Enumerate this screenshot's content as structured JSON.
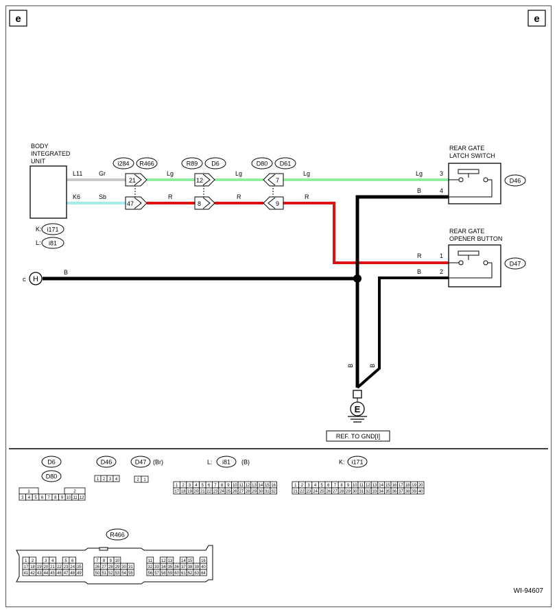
{
  "corner_marks": {
    "left": "e",
    "right": "e"
  },
  "components": {
    "body_unit": {
      "line1": "BODY",
      "line2": "INTEGRATED",
      "line3": "UNIT",
      "k_prefix": "K:",
      "k_conn": "i171",
      "l_prefix": "L:",
      "l_conn": "i81"
    },
    "latch_switch": {
      "line1": "REAR GATE",
      "line2": "LATCH SWITCH",
      "conn": "D46"
    },
    "opener_button": {
      "line1": "REAR GATE",
      "line2": "OPENER BUTTON",
      "conn": "D47"
    }
  },
  "connector_tags": {
    "i284": "i284",
    "r466": "R466",
    "r89": "R89",
    "d6": "D6",
    "d80": "D80",
    "d61": "D61"
  },
  "wires": {
    "top_body_label": "L11",
    "top_color1": "Gr",
    "top_color2": "Lg",
    "top_color3": "Lg",
    "top_color4": "Lg",
    "bottom_body_label": "K6",
    "bottom_color1": "Sb",
    "bottom_color2": "R",
    "bottom_color3": "R",
    "bottom_color4": "R",
    "ground_color": "B",
    "latch_b_color": "B",
    "opener_r_color": "R",
    "opener_b_color": "B",
    "vert_b1": "B",
    "vert_b2": "B"
  },
  "pins": {
    "p21": "21",
    "p47": "47",
    "p12": "12",
    "p8": "8",
    "p7": "7",
    "p9": "9",
    "latch3": "3",
    "latch4": "4",
    "open1": "1",
    "open2": "2"
  },
  "ground": {
    "left_letter": "c",
    "left_symbol": "H",
    "earth_symbol": "E",
    "ref": "REF. TO GND[I]"
  },
  "legend": {
    "d6": "D6",
    "d80": "D80",
    "d46": "D46",
    "d47": "D47",
    "d47_color": "(Br)",
    "l_prefix": "L:",
    "i81": "i81",
    "i81_color": "(B)",
    "k_prefix": "K:",
    "i171": "i171",
    "r466": "R466",
    "d6_top": [
      "1",
      "2"
    ],
    "d6_bottom": [
      "3",
      "4",
      "5",
      "6",
      "7",
      "8",
      "9",
      "10",
      "11",
      "12"
    ],
    "d46_pins": [
      "1",
      "2",
      "3",
      "4"
    ],
    "d47_pins": [
      "2",
      "1"
    ],
    "i81_top": [
      "1",
      "2",
      "3",
      "4",
      "5",
      "6",
      "7",
      "8",
      "9",
      "10",
      "11",
      "12",
      "13",
      "14",
      "15",
      "16"
    ],
    "i81_bottom": [
      "17",
      "18",
      "19",
      "20",
      "21",
      "22",
      "23",
      "24",
      "25",
      "26",
      "27",
      "28",
      "29",
      "30",
      "31",
      "32"
    ],
    "i171_top": [
      "1",
      "2",
      "3",
      "4",
      "5",
      "6",
      "7",
      "8",
      "9",
      "10",
      "11",
      "12",
      "13",
      "14",
      "15",
      "16",
      "17",
      "18",
      "19",
      "20"
    ],
    "i171_bottom": [
      "21",
      "22",
      "23",
      "24",
      "25",
      "26",
      "27",
      "28",
      "29",
      "30",
      "31",
      "32",
      "33",
      "34",
      "35",
      "36",
      "37",
      "38",
      "39",
      "40"
    ],
    "r466_blocks": [
      {
        "r1": [
          "1",
          "2",
          "3",
          "4",
          "5",
          "6"
        ],
        "r2": [
          "17",
          "18",
          "19",
          "20",
          "21",
          "22",
          "23",
          "24",
          "25"
        ],
        "r3": [
          "41",
          "42",
          "43",
          "44",
          "45",
          "46",
          "47",
          "48",
          "49"
        ]
      },
      {
        "r1": [
          "7",
          "8",
          "9",
          "10"
        ],
        "r2": [
          "26",
          "27",
          "28",
          "29",
          "30",
          "31"
        ],
        "r3": [
          "50",
          "51",
          "52",
          "53",
          "54",
          "55"
        ]
      },
      {
        "r1": [
          "11",
          "12",
          "13",
          "14",
          "15",
          "16"
        ],
        "r2": [
          "32",
          "33",
          "34",
          "35",
          "36",
          "37",
          "38",
          "39",
          "40"
        ],
        "r3": [
          "56",
          "57",
          "58",
          "59",
          "60",
          "61",
          "62",
          "63",
          "64"
        ]
      }
    ]
  },
  "footer": {
    "code": "WI-94607"
  },
  "colors": {
    "lg": "#8ef0a0",
    "sb": "#a6ecec",
    "gr": "#c8c8c8",
    "r": "#dd1111",
    "b": "#000000"
  }
}
